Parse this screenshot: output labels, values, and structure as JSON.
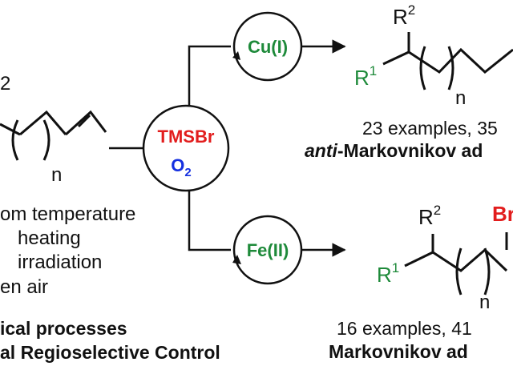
{
  "colors": {
    "green": "#1e8a3a",
    "red": "#e21d1d",
    "blue": "#1530e0",
    "black": "#111111"
  },
  "reactant": {
    "substituent_partial": "2",
    "repeat_subscript": "n"
  },
  "conditions": {
    "lines": [
      "om temperature",
      "heating",
      "irradiation",
      "en air"
    ]
  },
  "center": {
    "reagent": "TMSBr",
    "oxidant_base": "O",
    "oxidant_subscript": "2"
  },
  "catalysts": {
    "top": "Cu(I)",
    "bottom": "Fe(II)"
  },
  "product_top": {
    "r2_base": "R",
    "r2_sup": "2",
    "r1_base": "R",
    "r1_sup": "1",
    "repeat_subscript": "n",
    "examples": "23 examples, 35",
    "selectivity_italic": "anti",
    "selectivity_rest": "-Markovnikov ad"
  },
  "product_bottom": {
    "r2_base": "R",
    "r2_sup": "2",
    "r1_base": "R",
    "r1_sup": "1",
    "br_label": "Br",
    "repeat_subscript": "n",
    "examples": "16 examples, 41",
    "selectivity": "Markovnikov ad"
  },
  "footer": {
    "line1": "ical processes",
    "line2": "al Regioselective Control"
  },
  "icons": [
    "arrow-icon",
    "cycle-arrow-icon"
  ]
}
